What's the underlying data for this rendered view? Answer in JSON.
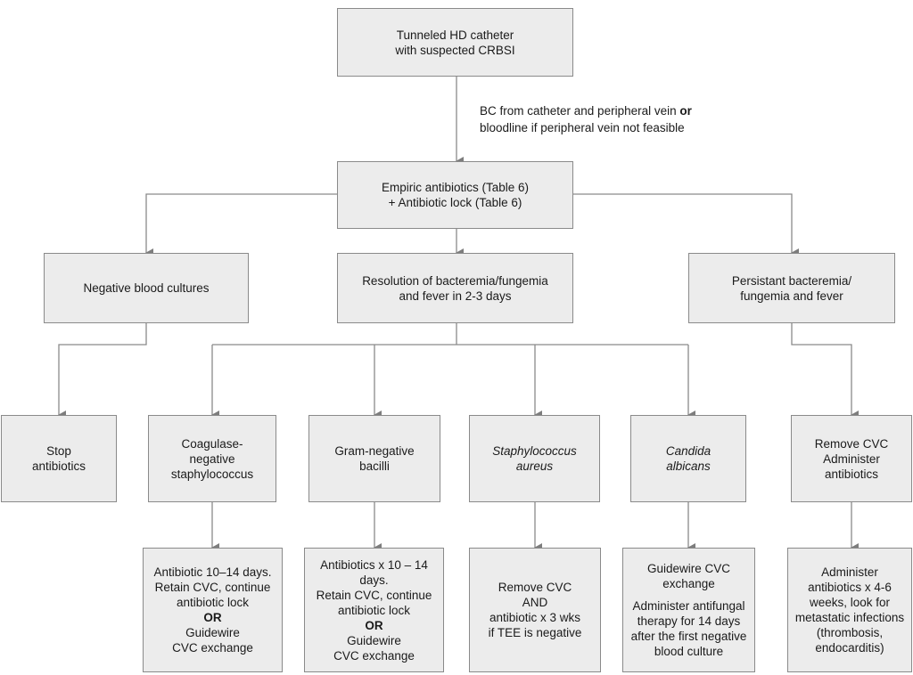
{
  "diagram": {
    "edge_label": {
      "line1": "BC from catheter and peripheral vein",
      "line1_bold": "or",
      "line2": "bloodline if peripheral vein not feasible"
    },
    "nodes": {
      "start": [
        "Tunneled HD catheter",
        "with suspected CRBSI"
      ],
      "empiric": [
        "Empiric antibiotics (Table 6)",
        "+ Antibiotic lock (Table 6)"
      ],
      "negative": [
        "Negative blood cultures"
      ],
      "resolution": [
        "Resolution of bacteremia/fungemia",
        "and fever in 2-3 days"
      ],
      "persistant": [
        "Persistant bacteremia/",
        "fungemia and fever"
      ],
      "stop": [
        "Stop",
        "antibiotics"
      ],
      "coagulase": [
        "Coagulase-",
        "negative",
        "staphylococcus"
      ],
      "gram": [
        "Gram-negative",
        "bacilli"
      ],
      "staph": [
        "Staphylococcus",
        "aureus"
      ],
      "candida": [
        "Candida",
        "albicans"
      ],
      "remove_cvc": [
        "Remove CVC",
        "Administer",
        "antibiotics"
      ],
      "coag_tx": {
        "l1": "Antibiotic 10–14 days.",
        "l2": "Retain CVC, continue",
        "l3": "antibiotic lock",
        "or": "OR",
        "l4": "Guidewire",
        "l5": "CVC exchange"
      },
      "gram_tx": {
        "l1": "Antibiotics x  10 – 14",
        "l2": "days.",
        "l3": "Retain CVC, continue",
        "l4": "antibiotic lock",
        "or": "OR",
        "l5": "Guidewire",
        "l6": "CVC exchange"
      },
      "staph_tx": [
        "Remove CVC",
        "AND",
        "antibiotic x 3 wks",
        "if TEE is negative"
      ],
      "candida_tx": {
        "l1": "Guidewire CVC",
        "l2": "exchange",
        "l3": "Administer antifungal",
        "l4": "therapy for 14 days",
        "l5": "after the first negative",
        "l6": "blood culture"
      },
      "persist_tx": [
        "Administer",
        "antibiotics x 4-6",
        "weeks, look for",
        "metastatic infections",
        "(thrombosis,",
        "endocarditis)"
      ]
    }
  },
  "colors": {
    "box_fill": "#ececec",
    "box_border": "#8a8a8a",
    "line": "#8a8a8a",
    "text": "#1a1a1a"
  }
}
